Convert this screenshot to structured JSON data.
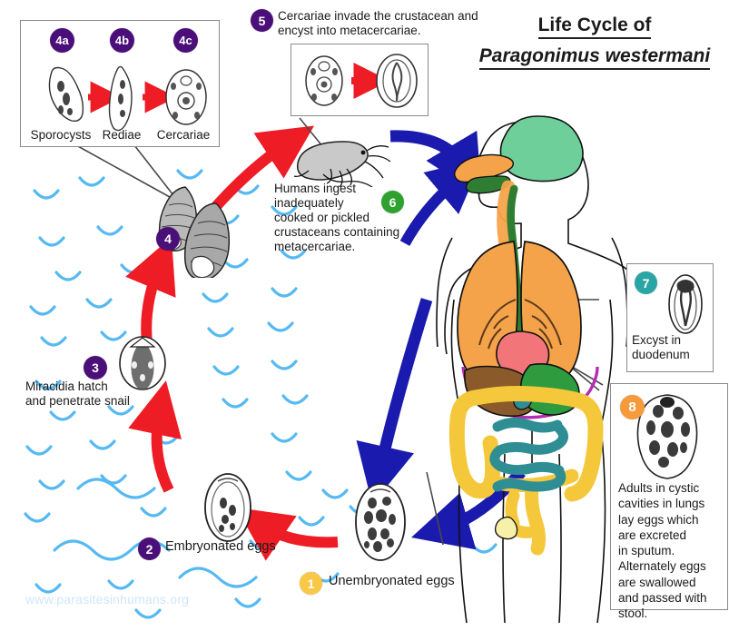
{
  "title": {
    "line1": "Life Cycle of",
    "line2": "Paragonimus westermani"
  },
  "watermark": "www.parasitesinhumans.org",
  "palette": {
    "purple": "#4B0F7A",
    "yellow": "#F9C846",
    "green": "#2FA12F",
    "teal": "#2AA5A5",
    "orange": "#F59B3C",
    "red_arrow": "#EE1C25",
    "blue_arrow": "#1A1AAE",
    "water_blue": "#56B9F2",
    "organ_lung": "#F5A34A",
    "organ_brain": "#6ECF9B",
    "organ_heart": "#F2757A",
    "organ_liver": "#8A5A2B",
    "organ_stomach": "#2E9B3F",
    "organ_colon": "#F5C83C",
    "organ_intestine": "#2E8E94",
    "organ_diaphragm": "#B32DB3",
    "organ_esophagus": "#2E7D32"
  },
  "insets": {
    "larval_stages": {
      "name": "larval-stages-box",
      "items": [
        {
          "badge": "4a",
          "label": "Sporocysts"
        },
        {
          "badge": "4b",
          "label": "Rediae"
        },
        {
          "badge": "4c",
          "label": "Cercariae"
        }
      ]
    },
    "step5_box": {
      "badge": "5",
      "text": "Cercariae invade the crustacean and encyst into metacercariae."
    },
    "step7_box": {
      "badge": "7",
      "label_line1": "Excyst in",
      "label_line2": "duodenum"
    },
    "step8_box": {
      "badge": "8",
      "lines": [
        "Adults in cystic",
        "cavities in lungs",
        "lay eggs which",
        "are excreted",
        "in sputum.",
        "Alternately eggs",
        "are swallowed",
        "and passed with",
        "stool."
      ]
    }
  },
  "steps": {
    "step1": {
      "badge": "1",
      "label": "Unembryonated eggs",
      "color": "#F9C846"
    },
    "step2": {
      "badge": "2",
      "label": "Embryonated eggs",
      "color": "#4B0F7A"
    },
    "step3": {
      "badge": "3",
      "label_line1": "Miracidia hatch",
      "label_line2": "and penetrate snail",
      "color": "#4B0F7A"
    },
    "step4": {
      "badge": "4",
      "color": "#4B0F7A"
    },
    "step5": {
      "badge": "5",
      "color": "#4B0F7A"
    },
    "step6": {
      "badge": "6",
      "color": "#2FA12F",
      "lines": [
        "Humans ingest",
        "inadequately",
        "cooked or pickled",
        "crustaceans containing",
        "metacercariae."
      ]
    },
    "step7": {
      "badge": "7",
      "color": "#2AA5A5"
    },
    "step8": {
      "badge": "8",
      "color": "#F59B3C"
    }
  }
}
